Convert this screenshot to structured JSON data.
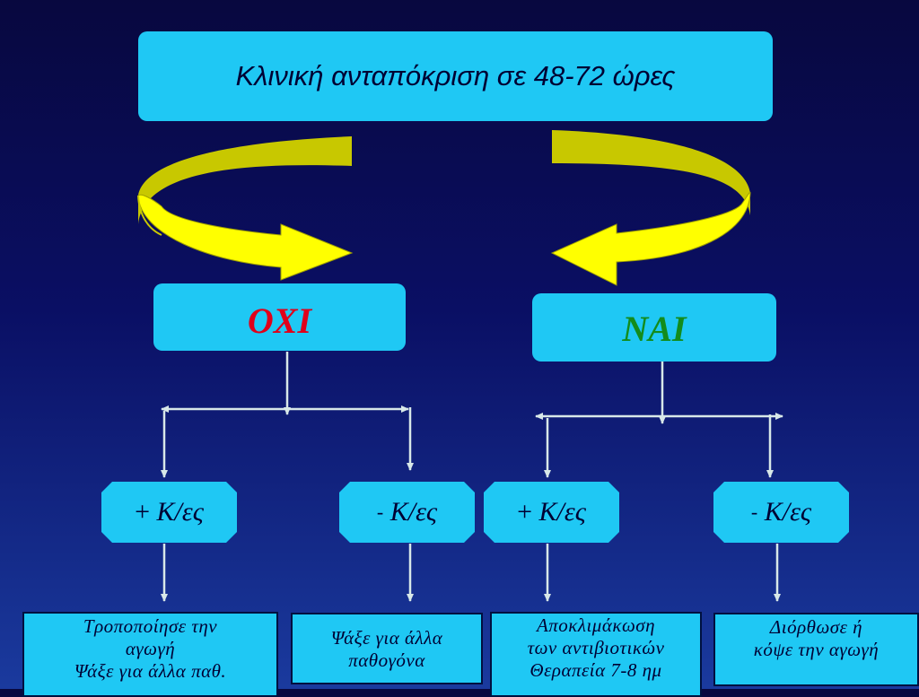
{
  "top": {
    "title": "Κλινική ανταπόκριση σε 48-72 ώρες"
  },
  "branches": {
    "no": {
      "label": "ΟΧΙ",
      "color": "#e0001a"
    },
    "yes": {
      "label": "ΝΑΙ",
      "color": "#138c1c"
    }
  },
  "results": [
    {
      "sign": "+",
      "label": "Κ/ες"
    },
    {
      "sign": "-",
      "label": "Κ/ες"
    },
    {
      "sign": "+",
      "label": "Κ/ες"
    },
    {
      "sign": "-",
      "label": "Κ/ες"
    }
  ],
  "actions": [
    {
      "lines": [
        "Τροποποίησε την",
        "αγωγή",
        "Ψάξε για άλλα παθ."
      ]
    },
    {
      "lines": [
        "Ψάξε για άλλα",
        "παθογόνα"
      ]
    },
    {
      "lines": [
        "Αποκλιμάκωση",
        "των αντιβιοτικών",
        "Θεραπεία 7-8 ημ"
      ]
    },
    {
      "lines": [
        "Διόρθωσε ή",
        "κόψε την αγωγή"
      ]
    }
  ],
  "colors": {
    "box": "#1fc8f4",
    "arrow_yellow": "#ffff00",
    "arrow_shade": "#c8c800",
    "connector": "#d8e8e8"
  }
}
